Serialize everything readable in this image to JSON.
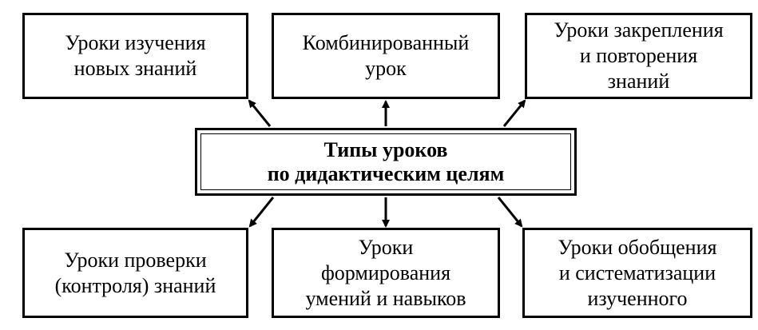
{
  "center": {
    "line1": "Типы уроков",
    "line2": "по дидактическим целям"
  },
  "boxes": {
    "top_left": {
      "line1": "Уроки изучения",
      "line2": "новых знаний"
    },
    "top_center": {
      "line1": "Комбинированный",
      "line2": "урок"
    },
    "top_right": {
      "line1": "Уроки закрепления",
      "line2": "и повторения",
      "line3": "знаний"
    },
    "bottom_left": {
      "line1": "Уроки проверки",
      "line2": "(контроля) знаний"
    },
    "bottom_center": {
      "line1": "Уроки",
      "line2": "формирования",
      "line3": "умений и навыков"
    },
    "bottom_right": {
      "line1": "Уроки обобщения",
      "line2": "и систематизации",
      "line3": "изученного"
    }
  }
}
